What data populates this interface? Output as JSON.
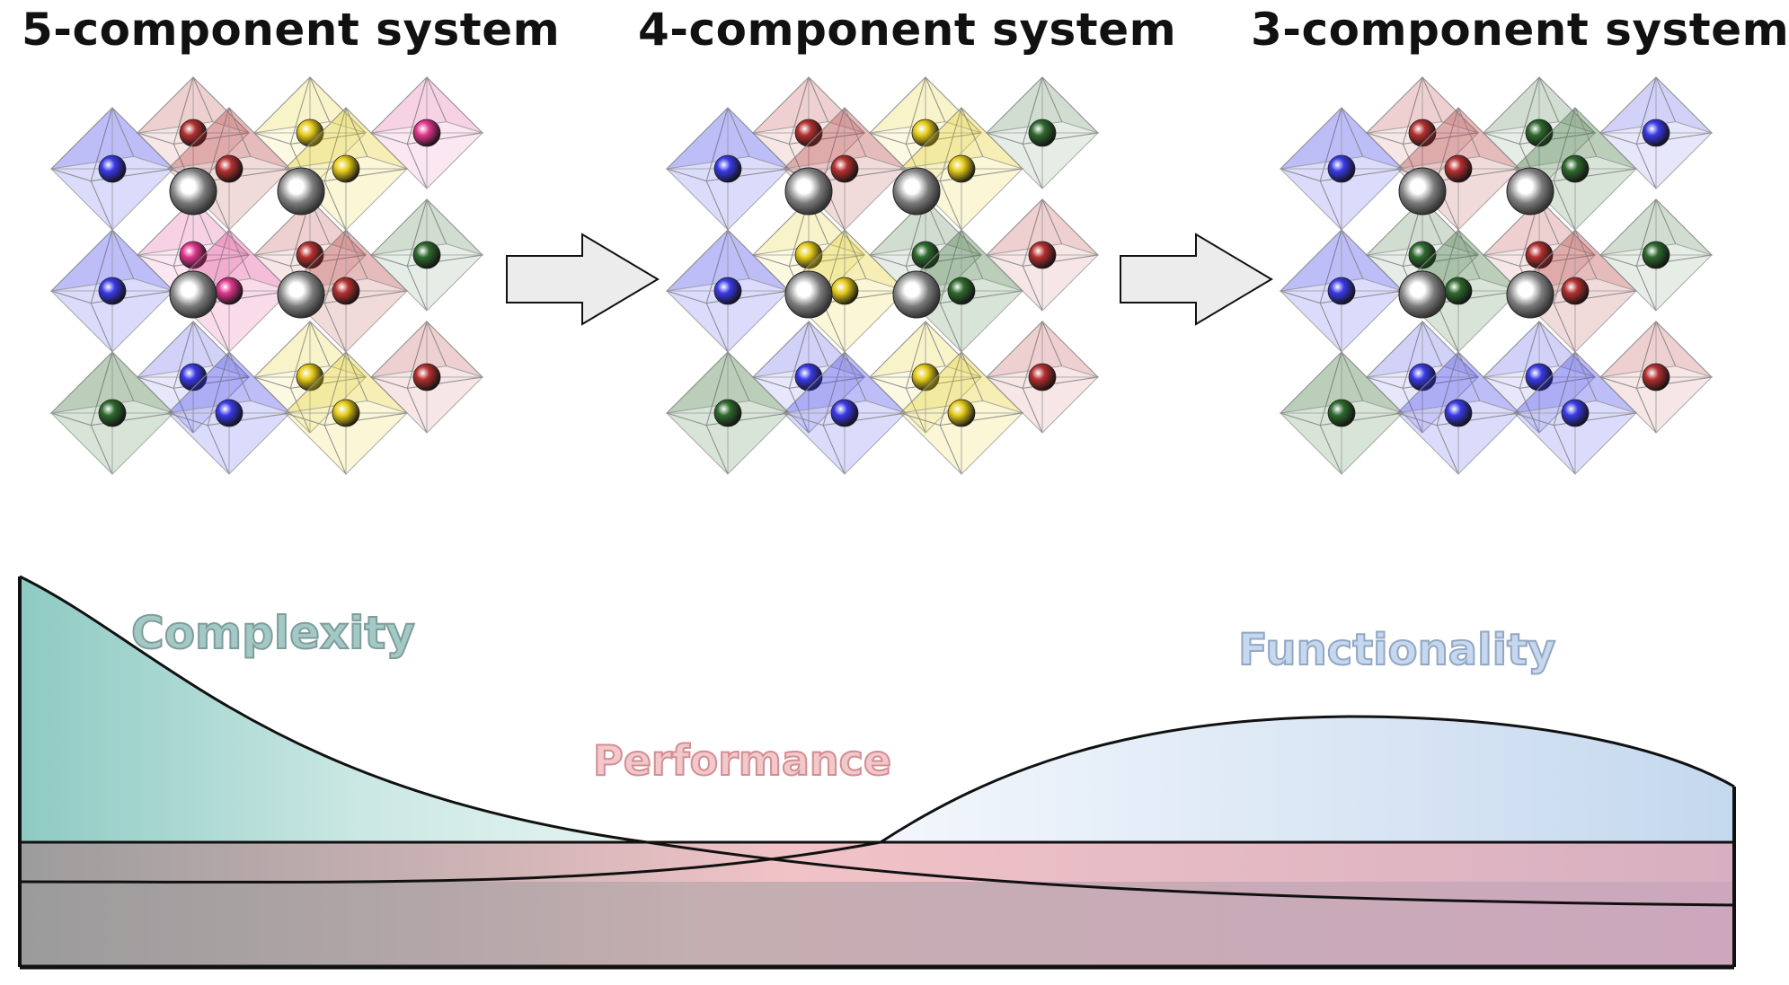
{
  "titles": {
    "five": "5-component system",
    "four": "4-component system",
    "three": "3-component system"
  },
  "labels": {
    "complexity": "Complexity",
    "performance": "Performance",
    "functionality": "Functionality"
  },
  "colors": {
    "octa_blue": "#3a3ae8",
    "octa_red": "#b43030",
    "octa_yellow": "#e6cc1a",
    "octa_green": "#2f6a2f",
    "octa_pink": "#e0368c",
    "cation_gray": "#6a6a6a",
    "complexity_fill": "#93ccc6",
    "performance_fill": "#efbac0",
    "functionality_fill": "#c6d8ef",
    "base_fill": "#9a9a9a"
  }
}
